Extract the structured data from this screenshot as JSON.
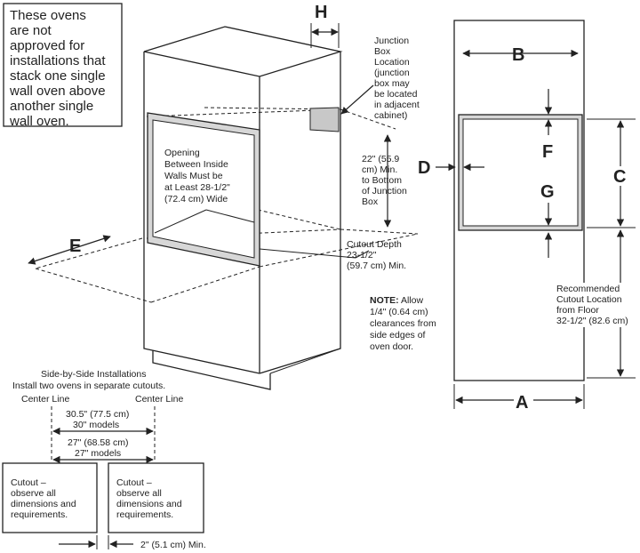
{
  "warning": {
    "lines": [
      "These ovens",
      "are not",
      "approved for",
      "installations that",
      "stack one single",
      "wall oven above",
      "another single",
      "wall oven."
    ]
  },
  "labels": {
    "A": "A",
    "B": "B",
    "C": "C",
    "D": "D",
    "E": "E",
    "F": "F",
    "G": "G",
    "H": "H"
  },
  "junction_box": {
    "lines": [
      "Junction",
      "Box",
      "Location",
      "(junction",
      "box may",
      "be located",
      "in adjacent",
      "cabinet)"
    ]
  },
  "opening": {
    "lines": [
      "Opening",
      "Between Inside",
      "Walls Must be",
      "at Least 28-1/2\"",
      "(72.4 cm) Wide"
    ]
  },
  "junction_distance": {
    "lines": [
      "22\" (55.9",
      "cm) Min.",
      "to Bottom",
      "of Junction",
      "Box"
    ]
  },
  "cutout_depth": {
    "lines": [
      "Cutout Depth",
      "23-1/2\"",
      "(59.7 cm) Min."
    ]
  },
  "note": {
    "label": "NOTE:",
    "first": " Allow",
    "lines": [
      "1/4\" (0.64 cm)",
      "clearances from",
      "side edges of",
      "oven door."
    ]
  },
  "recommended": {
    "lines": [
      "Recommended",
      "Cutout Location",
      "from Floor",
      "32-1/2\" (82.6 cm)"
    ]
  },
  "side_by_side": {
    "title": "Side-by-Side Installations",
    "subtitle": "Install two ovens in separate cutouts.",
    "center_left": "Center Line",
    "center_right": "Center Line",
    "dim1_a": "30.5\" (77.5 cm)",
    "dim1_b": "30\" models",
    "dim2_a": "27\" (68.58 cm)",
    "dim2_b": "27\" models",
    "cutout_lines": [
      "Cutout –",
      "observe all",
      "dimensions and",
      "requirements."
    ],
    "min_gap": "2\" (5.1 cm) Min."
  }
}
